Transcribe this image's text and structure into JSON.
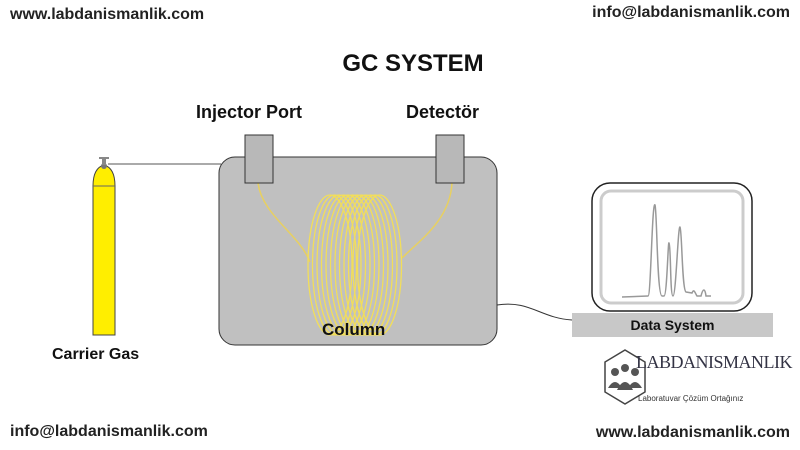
{
  "watermarks": {
    "top_left": "www.labdanismanlik.com",
    "top_right": "info@labdanismanlik.com",
    "bottom_left": "info@labdanismanlik.com",
    "bottom_right": "www.labdanismanlik.com"
  },
  "title": "GC SYSTEM",
  "labels": {
    "injector": "Injector Port",
    "detector": "Detectör",
    "column": "Column",
    "carrier": "Carrier Gas",
    "data_system": "Data System"
  },
  "logo": {
    "name": "LABDANISMANLIK",
    "tagline": "Laboratuvar Çözüm Ortağınız"
  },
  "colors": {
    "oven": "#c0c0c0",
    "cylinder": "#ffee00",
    "coil": "#f0dc50"
  }
}
